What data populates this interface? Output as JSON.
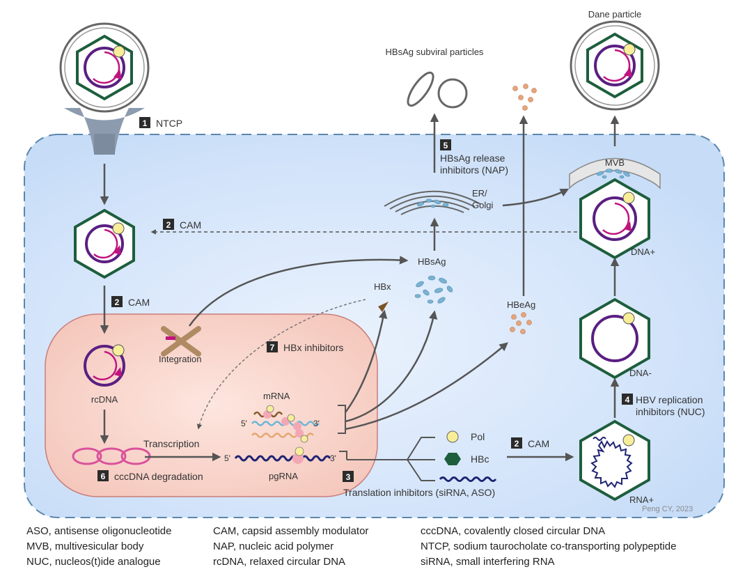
{
  "labels": {
    "dane_particle": "Dane particle",
    "subviral": "HBsAg subviral particles",
    "mvb": "MVB",
    "er": "ER/",
    "golgi": "Golgi",
    "hbsag": "HBsAg",
    "hbx": "HBx",
    "hbeag": "HBeAg",
    "dna_plus": "DNA+",
    "dna_minus": "DNA-",
    "rna_plus": "RNA+",
    "integration": "Integration",
    "rcdna": "rcDNA",
    "transcription": "Transcription",
    "mrna": "mRNA",
    "pgrna": "pgRNA",
    "pol": "Pol",
    "hbc": "HBc",
    "five_prime": "5'",
    "three_prime": "3'",
    "credit": "Peng CY, 2023"
  },
  "steps": {
    "s1": {
      "num": "1",
      "text": "NTCP"
    },
    "s2a": {
      "num": "2",
      "text": "CAM"
    },
    "s2b": {
      "num": "2",
      "text": "CAM"
    },
    "s2c": {
      "num": "2",
      "text": "CAM"
    },
    "s3": {
      "num": "3",
      "text": "Translation inhibitors (siRNA, ASO)"
    },
    "s4": {
      "num": "4",
      "text_1": "HBV replication",
      "text_2": "inhibitors (NUC)"
    },
    "s5": {
      "num": "5",
      "text_1": "HBsAg release",
      "text_2": "inhibitors (NAP)"
    },
    "s6": {
      "num": "6",
      "text": "cccDNA degradation"
    },
    "s7": {
      "num": "7",
      "text": "HBx inhibitors"
    }
  },
  "abbreviations": {
    "col1": [
      "ASO, antisense oligonucleotide",
      "MVB, multivesicular body",
      "NUC, nucleos(t)ide analogue"
    ],
    "col2": [
      "CAM, capsid assembly modulator",
      "NAP, nucleic acid polymer",
      "rcDNA, relaxed circular DNA"
    ],
    "col3": [
      "cccDNA, covalently closed circular DNA",
      "NTCP, sodium taurocholate co-transporting polypeptide",
      "siRNA, small interfering RNA"
    ]
  },
  "colors": {
    "cell_fill": "#dde9fb",
    "cell_border": "#5b86ad",
    "nucleus_fill": "#f7cfc6",
    "nucleus_border": "#c97d78",
    "capsid": "#1d5e3c",
    "dna": "#5a1f82",
    "dna_arrow": "#c0137e",
    "pol": "#f8ee9a",
    "hbsag": "#7ab3d0",
    "hbeag": "#e8a47c",
    "badge": "#2b2b2b",
    "arrow": "#555555"
  }
}
